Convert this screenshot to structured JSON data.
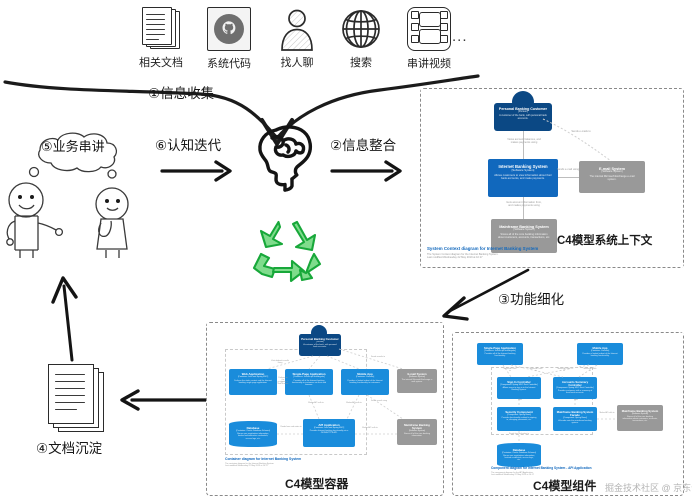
{
  "flow": {
    "step1": "①信息收集",
    "step2": "②信息整合",
    "step3": "③功能细化",
    "step4": "④文档沉淀",
    "step5": "⑤业务串讲",
    "step6": "⑥认知迭代"
  },
  "sources": [
    {
      "label": "相关文档",
      "icon": "documents-icon"
    },
    {
      "label": "系统代码",
      "icon": "github-icon"
    },
    {
      "label": "找人聊",
      "icon": "person-icon"
    },
    {
      "label": "搜索",
      "icon": "globe-icon"
    },
    {
      "label": "串讲视频",
      "icon": "film-icon"
    }
  ],
  "ellipsis": "...",
  "center": {
    "brain_icon": "brain-head-icon",
    "recycle_icon": "recycle-icon",
    "recycle_color": "#3cc451"
  },
  "panels": {
    "context": {
      "caption": "C4模型系统上下文",
      "diagram_title": "System Context diagram for Internet Banking System",
      "diagram_subtitle": "The System Context diagram for the Internet Banking System.\nLast modified Wednesday 22 May 2019 at 10:17",
      "nodes": [
        {
          "name": "Personal Banking Customer",
          "type": "[Person]",
          "desc": "A customer of the bank, with personal bank accounts.",
          "style": "person",
          "color": "#0b4884"
        },
        {
          "name": "Internet Banking System",
          "type": "[Software System]",
          "desc": "Allows customers to view information about their bank accounts, and make payments.",
          "style": "box",
          "color": "#1168bd"
        },
        {
          "name": "E-mail System",
          "type": "[Software System]",
          "desc": "The internal Microsoft Exchange e-mail system.",
          "style": "box",
          "color": "#999999"
        },
        {
          "name": "Mainframe Banking System",
          "type": "[Software System]",
          "desc": "Stores all of the core banking information about customers, accounts, transactions, etc.",
          "style": "box",
          "color": "#999999"
        }
      ],
      "relationships": [
        {
          "label": "Views account balances, and makes payments using"
        },
        {
          "label": "Sends e-mails to"
        },
        {
          "label": "Sends e-mail using"
        },
        {
          "label": "Gets account information from, and makes payments using"
        }
      ]
    },
    "container": {
      "caption": "C4模型容器",
      "diagram_title": "Container diagram for Internet Banking System",
      "diagram_subtitle": "The container diagram for the Internet Banking System.\nLast modified Wednesday 22 May 2019 at 10:17",
      "nodes": [
        {
          "name": "Personal Banking Customer",
          "type": "[Person]",
          "desc": "A customer of the bank, with personal bank accounts.",
          "style": "person",
          "color": "#0b4884"
        },
        {
          "name": "Web Application",
          "type": "[Container: Java and Spring MVC]",
          "desc": "Delivers the static content and the Internet banking single page application.",
          "style": "box",
          "color": "#1a8cdb"
        },
        {
          "name": "Single-Page Application",
          "type": "[Container: JavaScript and Angular]",
          "desc": "Provides all of the Internet banking functionality to customers via their web browser.",
          "style": "box",
          "color": "#1a8cdb"
        },
        {
          "name": "Mobile App",
          "type": "[Container: Xamarin]",
          "desc": "Provides a limited subset of the Internet banking functionality to customers.",
          "style": "box",
          "color": "#1a8cdb"
        },
        {
          "name": "Database",
          "type": "[Container: Oracle Database Schema]",
          "desc": "Stores user registration information, hashed authentication credentials, access logs, etc.",
          "style": "db",
          "color": "#1a8cdb"
        },
        {
          "name": "API Application",
          "type": "[Container: Java and Spring MVC]",
          "desc": "Provides Internet banking functionality via a JSON/HTTPS API.",
          "style": "box",
          "color": "#1a8cdb"
        },
        {
          "name": "E-mail System",
          "type": "[Software System]",
          "desc": "The internal Microsoft Exchange e-mail system.",
          "style": "box",
          "color": "#999999"
        },
        {
          "name": "Mainframe Banking System",
          "type": "[Software System]",
          "desc": "Stores all of the core banking information.",
          "style": "box",
          "color": "#999999"
        }
      ]
    },
    "component": {
      "caption": "C4模型组件",
      "diagram_title": "Component diagram for Internet Banking System - API Application",
      "diagram_subtitle": "The component diagram for the API Application.\nLast modified Wednesday 22 May 2019 at 10:17",
      "nodes": [
        {
          "name": "Single-Page Application",
          "type": "[Container: JavaScript and Angular]",
          "desc": "Provides all of the Internet banking functionality.",
          "style": "box",
          "color": "#1a8cdb"
        },
        {
          "name": "Mobile App",
          "type": "[Container: Xamarin]",
          "desc": "Provides a limited subset of the Internet banking functionality.",
          "style": "box",
          "color": "#1a8cdb"
        },
        {
          "name": "Sign In Controller",
          "type": "[Component: Spring MVC Rest Controller]",
          "desc": "Allows users to sign in to the Internet Banking System.",
          "style": "box",
          "color": "#1a8cdb"
        },
        {
          "name": "Accounts Summary Controller",
          "type": "[Component: Spring MVC Rest Controller]",
          "desc": "Provides customers with a summary of their bank accounts.",
          "style": "box",
          "color": "#1a8cdb"
        },
        {
          "name": "Security Component",
          "type": "[Component: Spring Bean]",
          "desc": "Provides functionality related to signing in, changing passwords, etc.",
          "style": "box",
          "color": "#1a8cdb"
        },
        {
          "name": "Mainframe Banking System Facade",
          "type": "[Component: Spring Bean]",
          "desc": "A facade onto the mainframe banking system.",
          "style": "box",
          "color": "#1a8cdb"
        },
        {
          "name": "Database",
          "type": "[Container: Oracle Database Schema]",
          "desc": "Stores user registration information, hashed credentials, access logs, etc.",
          "style": "db",
          "color": "#1a8cdb"
        },
        {
          "name": "Mainframe Banking System",
          "type": "[Software System]",
          "desc": "Stores all of the core banking information about customers, accounts, transactions, etc.",
          "style": "box",
          "color": "#999999"
        }
      ]
    }
  },
  "watermark": "掘金技术社区 @ 京东云开发者"
}
